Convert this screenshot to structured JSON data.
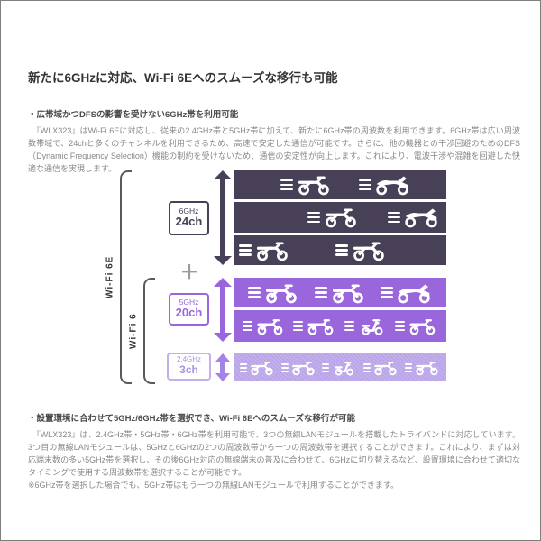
{
  "page": {
    "title": "新たに6GHzに対応、Wi-Fi 6Eへのスムーズな移行も可能"
  },
  "section1": {
    "heading": "・広帯域かつDFSの影響を受けない6GHz帯を利用可能",
    "body": "　『WLX323』はWi-Fi 6Eに対応し、従来の2.4GHz帯と5GHz帯に加えて、新たに6GHz帯の周波数を利用できます。6GHz帯は広い周波数帯域で、24chと多くのチャンネルを利用できるため、高速で安定した通信が可能です。さらに、他の機器との干渉回避のためのDFS（Dynamic Frequency Selection）機能の制約を受けないため、通信の安定性が向上します。これにより、電波干渉や混雑を回避した快適な通信を実現します。"
  },
  "diagram": {
    "wifi6e_label": "Wi-Fi 6E",
    "wifi6_label": "Wi-Fi 6",
    "plus": "＋",
    "colors": {
      "band_6ghz": "#474057",
      "band_5ghz": "#9966dc",
      "band_24ghz": "#b9a5e8"
    },
    "bands": [
      {
        "freq": "6GHz",
        "channels": "24ch",
        "lanes": [
          {
            "vehicles": [
              "moto",
              "sport"
            ]
          },
          {
            "vehicles": [
              "moto",
              "sport"
            ]
          },
          {
            "vehicles": [
              "moto",
              "moto"
            ]
          }
        ]
      },
      {
        "freq": "5GHz",
        "channels": "20ch",
        "lanes": [
          {
            "vehicles": [
              "moto",
              "moto",
              "sport"
            ]
          },
          {
            "vehicles": [
              "moto",
              "moto",
              "scooter",
              "moto"
            ]
          }
        ]
      },
      {
        "freq": "2.4GHz",
        "channels": "3ch",
        "lanes": [
          {
            "vehicles": [
              "moto",
              "moto",
              "scooter",
              "moto",
              "moto"
            ]
          }
        ]
      }
    ]
  },
  "section2": {
    "heading": "・設置環境に合わせて5GHz/6GHz帯を選択でき、Wi-Fi 6Eへのスムーズな移行が可能",
    "body": "　『WLX323』は、2.4GHz帯・5GHz帯・6GHz帯を利用可能で、3つの無線LANモジュールを搭載したトライバンドに対応しています。3つ目の無線LANモジュールは、5GHzと6GHzの2つの周波数帯から一つの周波数帯を選択することができます。これにより、まずは対応端末数の多い5GHz帯を選択し、その後6GHz対応の無線端末の普及に合わせて、6GHzに切り替えるなど、設置環境に合わせて適切なタイミングで使用する周波数帯を選択することが可能です。",
    "note": "※6GHz帯を選択した場合でも、5GHz帯はもう一つの無線LANモジュールで利用することができます。"
  }
}
